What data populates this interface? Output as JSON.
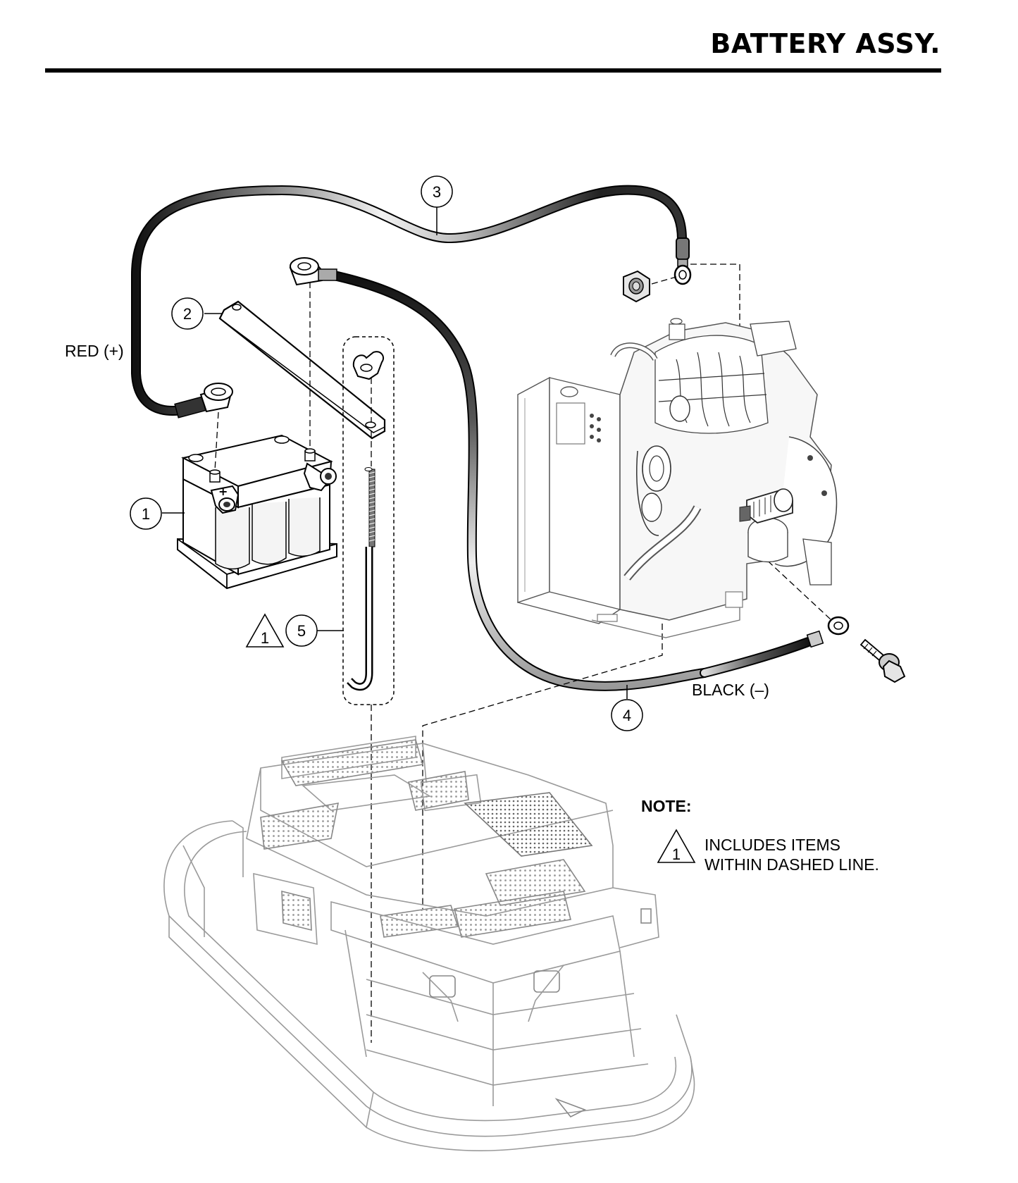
{
  "header": {
    "title": "BATTERY ASSY."
  },
  "callouts": [
    {
      "id": "callout-1",
      "number": "1"
    },
    {
      "id": "callout-2",
      "number": "2"
    },
    {
      "id": "callout-3",
      "number": "3"
    },
    {
      "id": "callout-4",
      "number": "4"
    },
    {
      "id": "callout-5",
      "number": "5"
    }
  ],
  "labels": {
    "red_cable": "RED (+)",
    "black_cable": "BLACK (–)",
    "battery_plus": "+"
  },
  "note": {
    "title": "NOTE:",
    "symbol": "1",
    "line1": "INCLUDES ITEMS",
    "line2": "WITHIN DASHED LINE."
  },
  "warning_symbol_item5": "1"
}
